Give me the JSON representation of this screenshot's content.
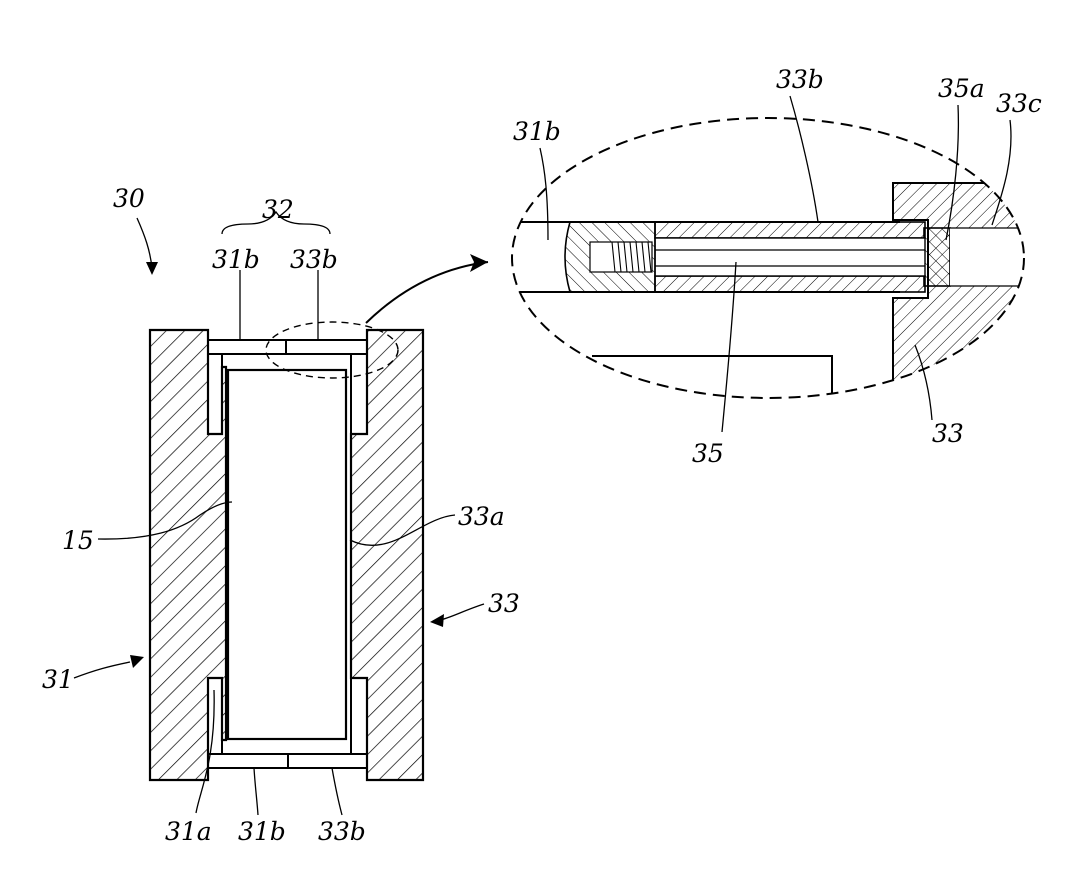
{
  "figure": {
    "labels": {
      "assembly": "30",
      "group": "32",
      "group_left": "31b",
      "group_right": "33b",
      "specimen": "15",
      "inner_surface": "33a",
      "right_block": "33",
      "left_block": "31",
      "left_recess": "31a",
      "bottom_left": "31b",
      "bottom_right": "33b"
    },
    "detail_labels": {
      "top_center": "33b",
      "left": "31b",
      "bolt_head": "35a",
      "right": "33c",
      "bolt": "35",
      "block": "33"
    }
  }
}
